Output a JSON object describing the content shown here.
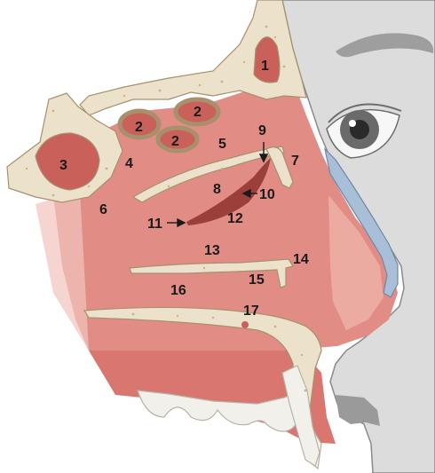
{
  "labels": [
    "1",
    "2",
    "2",
    "2",
    "3",
    "4",
    "5",
    "6",
    "7",
    "8",
    "9",
    "10",
    "11",
    "12",
    "13",
    "14",
    "15",
    "16",
    "17"
  ],
  "colors": {
    "skin": "#dcdcdc",
    "skin_line": "#8a8a8a",
    "mucosa": "#e28c86",
    "mucosa_light": "#f0b8ad",
    "mucosa_dark": "#c9605a",
    "bone": "#ece2cc",
    "cartilage": "#a9bfd8",
    "teeth": "#f2f0ea"
  },
  "icons": [
    "nasal-cavity-illustration"
  ]
}
